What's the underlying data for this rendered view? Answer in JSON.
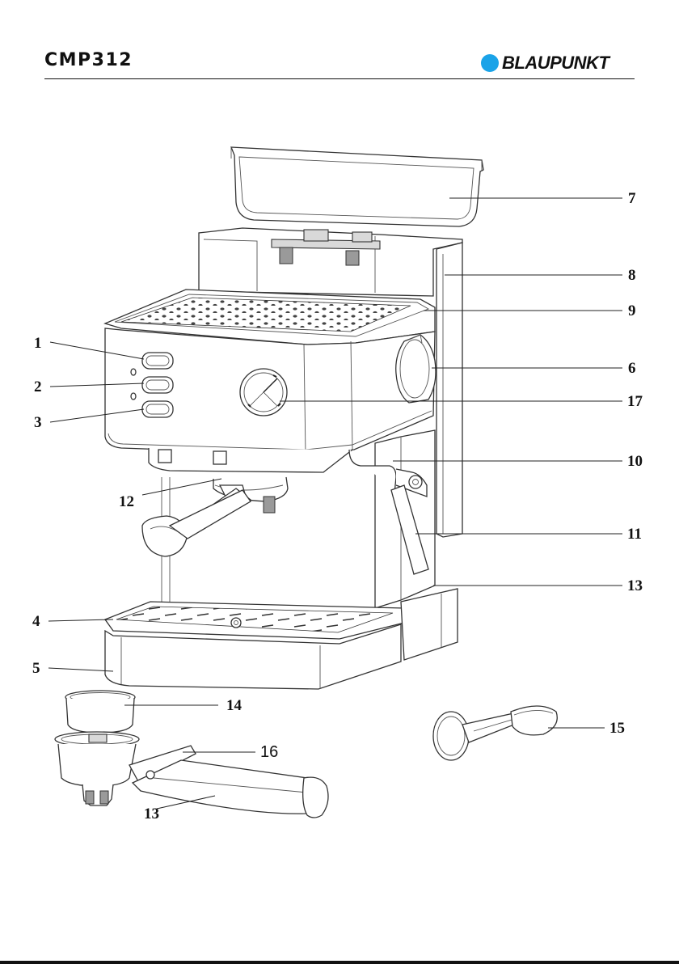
{
  "header": {
    "model": "CMP312",
    "brand": "BLAUPUNKT",
    "brand_color": "#1aa3e8"
  },
  "callouts": {
    "c1": "1",
    "c2": "2",
    "c3": "3",
    "c4": "4",
    "c5": "5",
    "c6": "6",
    "c7": "7",
    "c8": "8",
    "c9": "9",
    "c10": "10",
    "c11": "11",
    "c12": "12",
    "c13a": "13",
    "c13b": "13",
    "c14": "14",
    "c15": "15",
    "c16": "16",
    "c17": "17"
  }
}
